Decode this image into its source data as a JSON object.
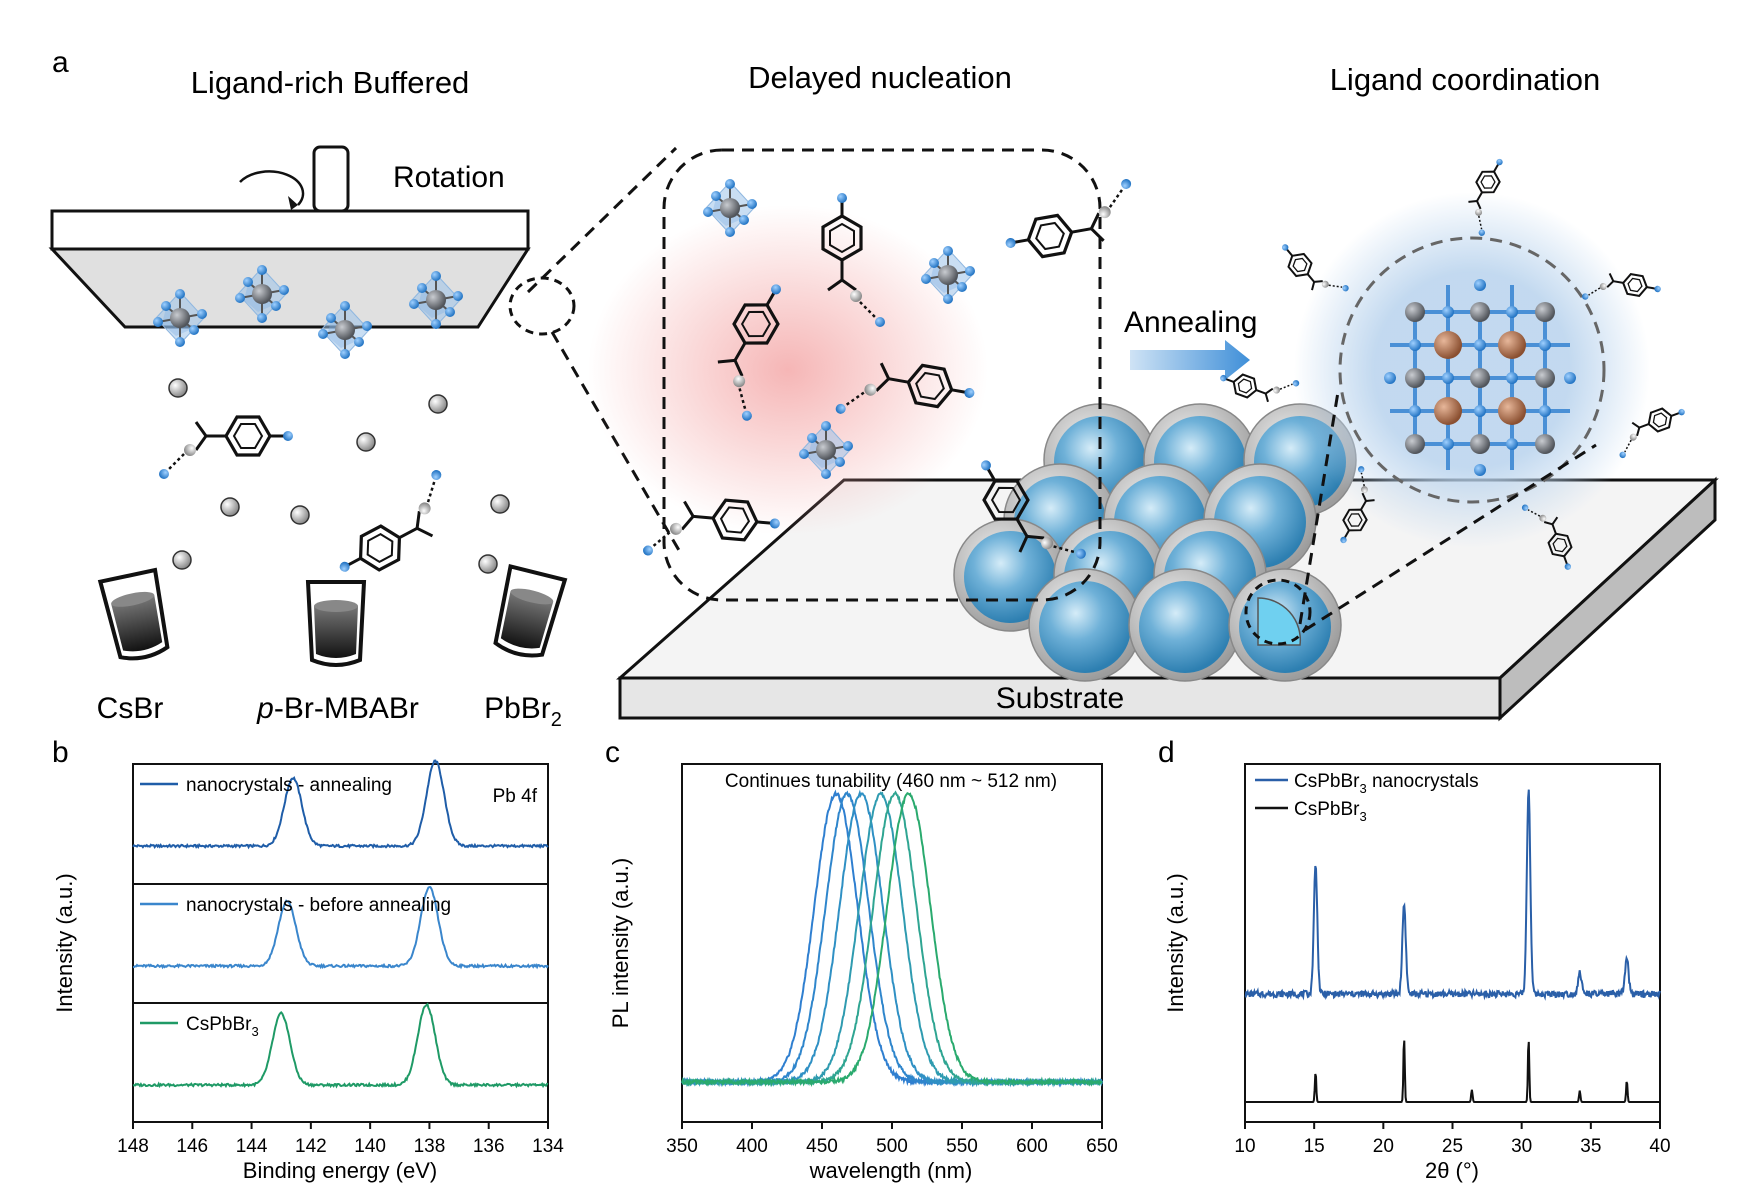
{
  "panel_a": {
    "letter": "a",
    "headings": [
      "Ligand-rich Buffered",
      "Delayed nucleation",
      "Ligand coordination"
    ],
    "rotation_label": "Rotation",
    "annealing_label": "Annealing",
    "substrate_label": "Substrate",
    "precursors": [
      {
        "prefix": "",
        "main": "CsBr",
        "sub": ""
      },
      {
        "prefix": "p",
        "main": "-Br-MBABr",
        "sub": ""
      },
      {
        "prefix": "",
        "main": "PbBr",
        "sub": "2"
      }
    ],
    "colors": {
      "octahedron": "#8fb7e0",
      "pb_atom": "#7a7d82",
      "br_atom": "#3f8fd8",
      "cs_atom": "#bdbdbd",
      "glow": "#f6b8b8",
      "sphere": "#5ba2cc",
      "core_atom": "#a86a48"
    }
  },
  "panel_b": {
    "letter": "b",
    "xlabel": "Binding energy (eV)",
    "ylabel": "Intensity (a.u.)",
    "corner_label": "Pb 4f",
    "chart_data": {
      "type": "line",
      "xlim": [
        148,
        134
      ],
      "xticks": [
        148,
        146,
        144,
        142,
        140,
        138,
        136,
        134
      ],
      "series": [
        {
          "name": "nanocrystals - annealing",
          "color": "#1f5da8",
          "peaks": [
            {
              "x": 142.6,
              "h": 1.0
            },
            {
              "x": 137.8,
              "h": 1.25
            }
          ]
        },
        {
          "name": "nanocrystals - before annealing",
          "color": "#3a86cc",
          "peaks": [
            {
              "x": 142.8,
              "h": 0.95
            },
            {
              "x": 138.0,
              "h": 1.15
            }
          ]
        },
        {
          "name": "CsPbBr",
          "name_sub": "3",
          "color": "#1f9a66",
          "peaks": [
            {
              "x": 143.0,
              "h": 1.05
            },
            {
              "x": 138.1,
              "h": 1.18
            }
          ]
        }
      ]
    }
  },
  "panel_c": {
    "letter": "c",
    "xlabel": "wavelength (nm)",
    "ylabel": "PL intensity (a.u.)",
    "annotation": "Continues tunability (460 nm ~ 512 nm)",
    "chart_data": {
      "type": "line",
      "xlim": [
        350,
        650
      ],
      "xticks": [
        350,
        400,
        450,
        500,
        550,
        600,
        650
      ],
      "peak_centers": [
        460,
        468,
        478,
        492,
        502,
        512
      ],
      "colors": [
        "#2f7fd0",
        "#2f86cc",
        "#2f90c4",
        "#2f9bb0",
        "#2fa592",
        "#2aaa6e"
      ]
    }
  },
  "panel_d": {
    "letter": "d",
    "xlabel": "2θ (°)",
    "ylabel": "Intensity (a.u.)",
    "chart_data": {
      "type": "line",
      "xlim": [
        10,
        40
      ],
      "xticks": [
        10,
        15,
        20,
        25,
        30,
        35,
        40
      ],
      "series": [
        {
          "name": "CsPbBr",
          "name_sub": "3",
          "name_suffix": " nanocrystals",
          "color": "#2a5fa8",
          "peaks": [
            {
              "x": 15.1,
              "h": 1.0
            },
            {
              "x": 21.5,
              "h": 0.7
            },
            {
              "x": 30.5,
              "h": 1.6
            },
            {
              "x": 34.2,
              "h": 0.17
            },
            {
              "x": 37.6,
              "h": 0.28
            }
          ]
        },
        {
          "name": "CsPbBr",
          "name_sub": "3",
          "name_suffix": "",
          "color": "#111111",
          "peaks": [
            {
              "x": 15.1,
              "h": 0.42
            },
            {
              "x": 21.5,
              "h": 0.9
            },
            {
              "x": 26.4,
              "h": 0.17
            },
            {
              "x": 30.5,
              "h": 0.88
            },
            {
              "x": 34.2,
              "h": 0.16
            },
            {
              "x": 37.6,
              "h": 0.3
            }
          ]
        }
      ]
    }
  }
}
